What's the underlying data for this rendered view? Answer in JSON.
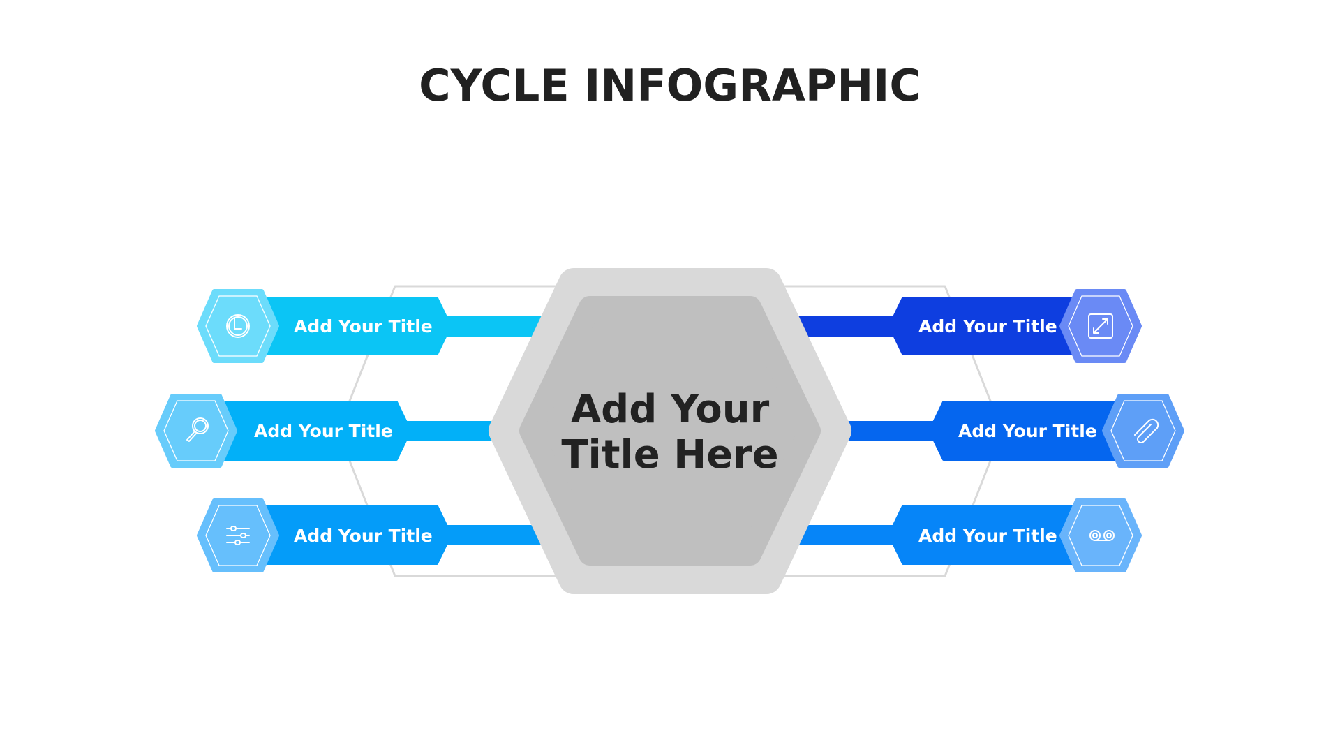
{
  "title": "CYCLE INFOGRAPHIC",
  "center": {
    "line1": "Add Your",
    "line2": "Title Here"
  },
  "items": [
    {
      "label": "Add Your Title",
      "icon": "clock-icon",
      "color": "#0bc5f5",
      "badge_color": "#6cdcfb"
    },
    {
      "label": "Add Your Title",
      "icon": "search-icon",
      "color": "#02b0f8",
      "badge_color": "#67ccfb"
    },
    {
      "label": "Add Your Title",
      "icon": "sliders-icon",
      "color": "#049cf9",
      "badge_color": "#66bffc"
    },
    {
      "label": "Add Your Title",
      "icon": "expand-icon",
      "color": "#0e3ee0",
      "badge_color": "#6a8af5"
    },
    {
      "label": "Add Your Title",
      "icon": "paperclip-icon",
      "color": "#0566ef",
      "badge_color": "#5e9ff7"
    },
    {
      "label": "Add Your Title",
      "icon": "voicemail-icon",
      "color": "#0685f8",
      "badge_color": "#69b4fb"
    }
  ]
}
